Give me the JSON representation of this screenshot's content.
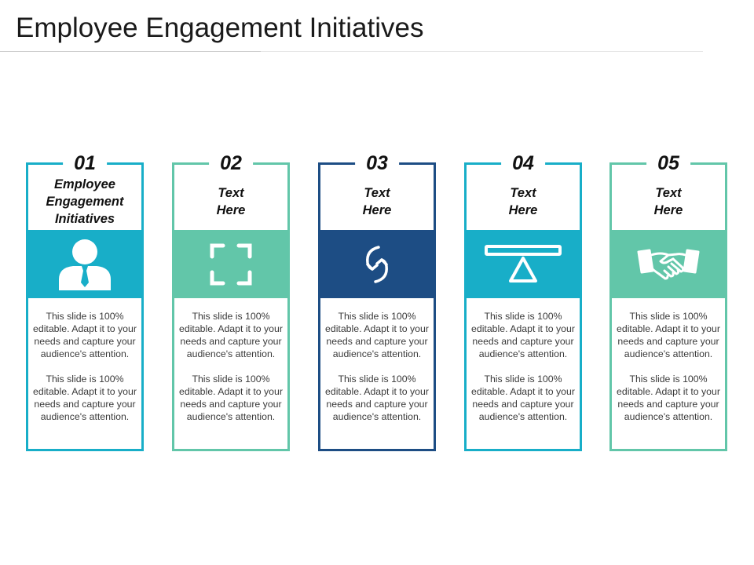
{
  "title": "Employee Engagement Initiatives",
  "colors": {
    "teal_blue": "#18aec8",
    "mint_green": "#62c6a9",
    "navy": "#1d4d84"
  },
  "cards": [
    {
      "number": "01",
      "heading_lines": [
        "Employee",
        "Engagement",
        "Initiatives"
      ],
      "icon": "employee-person-icon",
      "color": "#18aec8",
      "paragraphs": [
        "This slide is 100% editable. Adapt it to your needs and capture your audience's attention.",
        "This slide is 100% editable. Adapt it to your needs and capture your audience's attention."
      ]
    },
    {
      "number": "02",
      "heading_lines": [
        "Text",
        "Here"
      ],
      "icon": "focus-frame-icon",
      "color": "#62c6a9",
      "paragraphs": [
        "This slide is 100% editable. Adapt it to your needs and capture your audience's attention.",
        "This slide is 100% editable. Adapt it to your needs and capture your audience's attention."
      ]
    },
    {
      "number": "03",
      "heading_lines": [
        "Text",
        "Here"
      ],
      "icon": "refresh-cycle-icon",
      "color": "#1d4d84",
      "paragraphs": [
        "This slide is 100% editable. Adapt it to your needs and capture your audience's attention.",
        "This slide is 100% editable. Adapt it to your needs and capture your audience's attention."
      ]
    },
    {
      "number": "04",
      "heading_lines": [
        "Text",
        "Here"
      ],
      "icon": "balance-seesaw-icon",
      "color": "#18aec8",
      "paragraphs": [
        "This slide is 100% editable. Adapt it to your needs and capture your audience's attention.",
        "This slide is 100% editable. Adapt it to your needs and capture your audience's attention."
      ]
    },
    {
      "number": "05",
      "heading_lines": [
        "Text",
        "Here"
      ],
      "icon": "handshake-icon",
      "color": "#62c6a9",
      "paragraphs": [
        "This slide is 100% editable. Adapt it to your needs and capture your audience's attention.",
        "This slide is 100% editable. Adapt it to your needs and capture your audience's attention."
      ]
    }
  ]
}
